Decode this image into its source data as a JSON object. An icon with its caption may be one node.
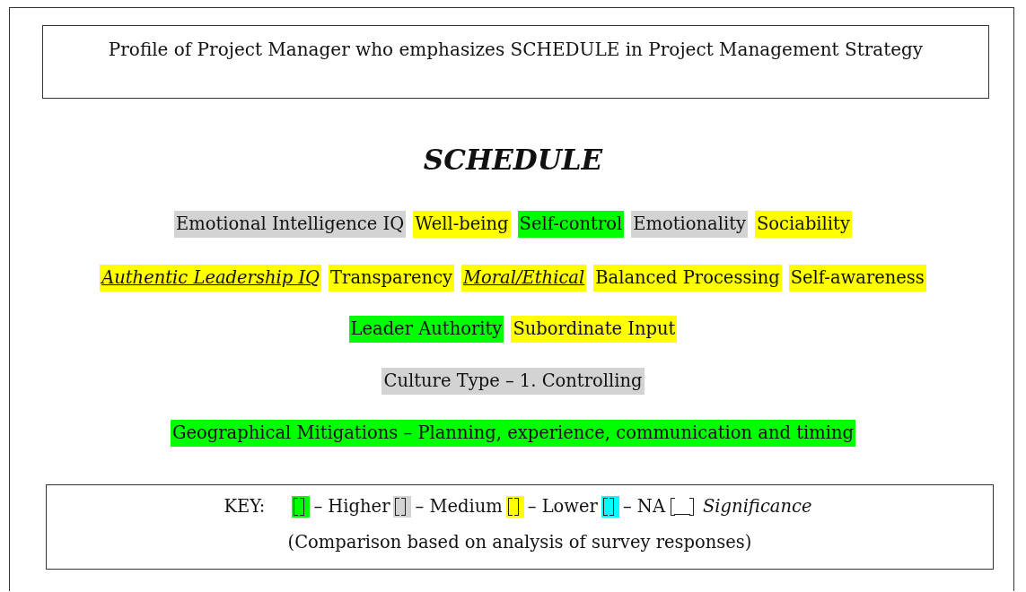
{
  "diagram": {
    "title": "Profile of Project Manager who emphasizes SCHEDULE in Project Management Strategy",
    "nodes": [
      {
        "text": [
          "Emotional Intelligence IQ"
        ]
      },
      {
        "text": [
          "Well-being"
        ]
      },
      {
        "text": [
          "Self-control"
        ]
      },
      {
        "text": [
          "Emotionality"
        ]
      },
      {
        "text": [
          "Sociability"
        ]
      },
      {
        "text": [
          "Authentic Leadership IQ"
        ]
      },
      {
        "text": [
          "Transparency"
        ]
      },
      {
        "text": [
          "Moral/Ethical"
        ]
      },
      {
        "text": [
          "Balanced Processing"
        ]
      },
      {
        "text": [
          "Self-awareness"
        ]
      },
      {
        "text": [
          "Leader Authority"
        ]
      },
      {
        "text": [
          "Subordinate Input"
        ]
      },
      {
        "text": [
          "Culture Type – 1. Controlling"
        ]
      },
      {
        "text": [
          "Geographical Mitigations – Planning, experience, communication and timing"
        ]
      }
    ],
    "labels": [
      "SCHEDULE",
      "KEY:",
      "(Comparison based on analysis of survey responses)"
    ],
    "legend": [
      {
        "text": "– Higher",
        "color": "#00ff00"
      },
      {
        "text": "– Medium",
        "color": "#d3d3d3"
      },
      {
        "text": "– Lower",
        "color": "#ffff00"
      },
      {
        "text": "– NA",
        "color": "#00ffff"
      },
      {
        "text": "Significance"
      }
    ]
  }
}
